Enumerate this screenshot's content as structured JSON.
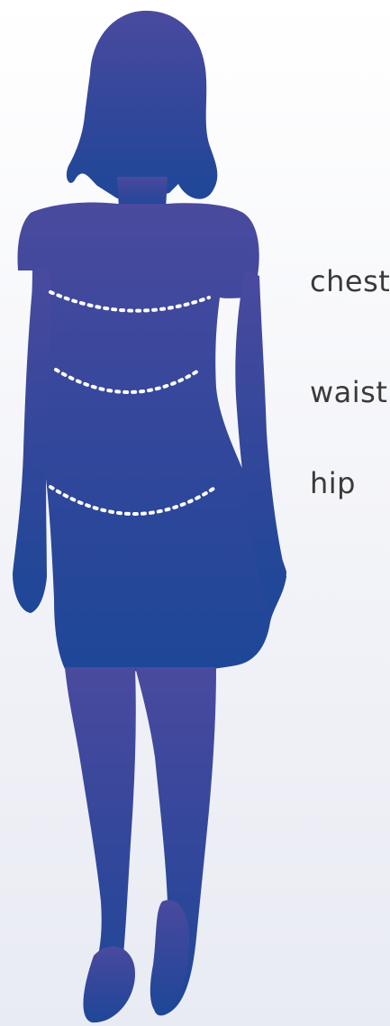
{
  "labels": {
    "chest": "chest",
    "waist": "waist",
    "hip": "hip"
  },
  "colors": {
    "silhouette_top": "#46489c",
    "silhouette_bottom": "#1f4797",
    "measure_line": "#ffffff",
    "label_text": "#3a3a3a"
  },
  "icons": {
    "figure": "woman-silhouette"
  }
}
